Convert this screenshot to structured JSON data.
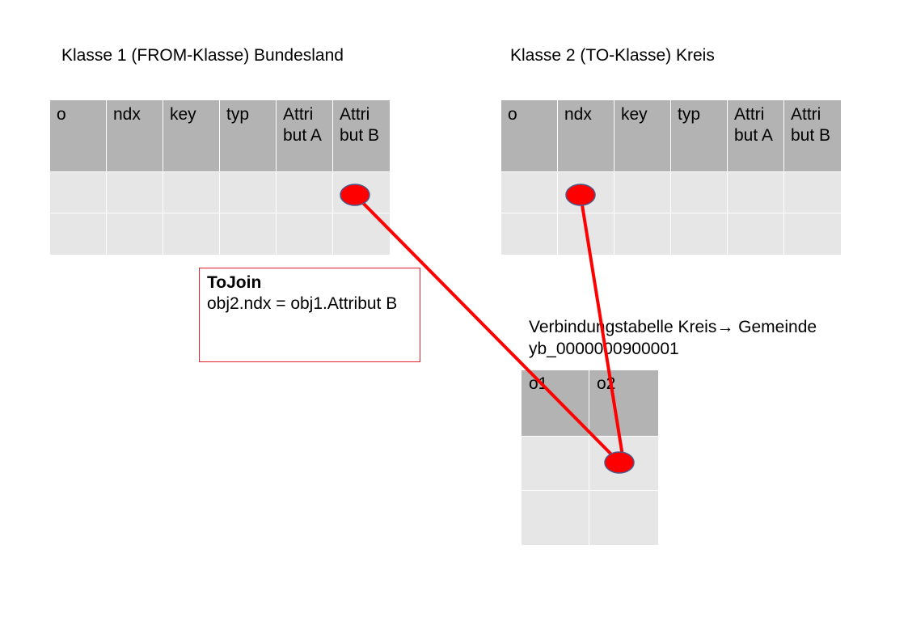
{
  "from_class": {
    "title": "Klasse 1 (FROM-Klasse) Bundesland",
    "columns": [
      "o",
      "ndx",
      "key",
      "typ",
      "Attri but A",
      "Attri but B"
    ],
    "rows": [
      [
        "",
        "",
        "",
        "",
        "",
        ""
      ],
      [
        "",
        "",
        "",
        "",
        "",
        ""
      ]
    ]
  },
  "to_class": {
    "title": "Klasse 2 (TO-Klasse) Kreis",
    "columns": [
      "o",
      "ndx",
      "key",
      "typ",
      "Attri but A",
      "Attri but B"
    ],
    "rows": [
      [
        "",
        "",
        "",
        "",
        "",
        ""
      ],
      [
        "",
        "",
        "",
        "",
        "",
        ""
      ]
    ]
  },
  "join": {
    "title": "ToJoin",
    "text": "obj2.ndx = obj1.Attribut B"
  },
  "connection_table": {
    "title_line1": "Verbindungstabelle Kreis→ Gemeinde",
    "title_line2": "yb_0000000900001",
    "columns": [
      "o1",
      "o2"
    ],
    "rows": [
      [
        "",
        ""
      ],
      [
        "",
        ""
      ]
    ]
  },
  "colors": {
    "header_fill": "#b3b3b3",
    "cell_fill": "#e6e6e6",
    "marker_fill": "#ff0000",
    "marker_stroke": "#4a5a8a",
    "line": "#ff0000",
    "join_border": "#e0202a"
  }
}
